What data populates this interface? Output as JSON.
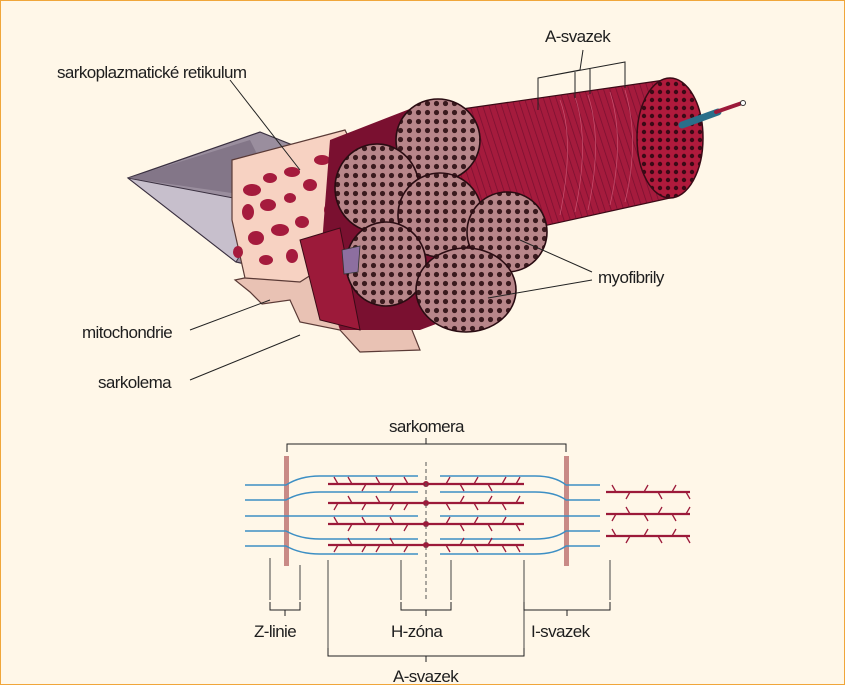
{
  "colors": {
    "background": "#fff7e8",
    "border": "#f0a63a",
    "muscle_red": "#9c1a3a",
    "muscle_dark": "#6e0d27",
    "myofibril_fill": "#b8868a",
    "myofibril_dot": "#3a1a1e",
    "sarcoplasmic": "#f7d2c2",
    "sarcolemma": "#e9c2b4",
    "tendon": "#9a8e9e",
    "actin_blue": "#3d8fc4",
    "z_line": "#c98a86"
  },
  "labels": {
    "sarcoplasmic_reticulum": "sarkoplazmatické retikulum",
    "a_band_top": "A-svazek",
    "myofibrils": "myofibrily",
    "mitochondria": "mitochondrie",
    "sarcolemma": "sarkolema",
    "sarcomere": "sarkomera",
    "z_line": "Z-linie",
    "h_zone": "H-zóna",
    "i_band": "I-svazek",
    "a_band_bottom": "A-svazek"
  }
}
